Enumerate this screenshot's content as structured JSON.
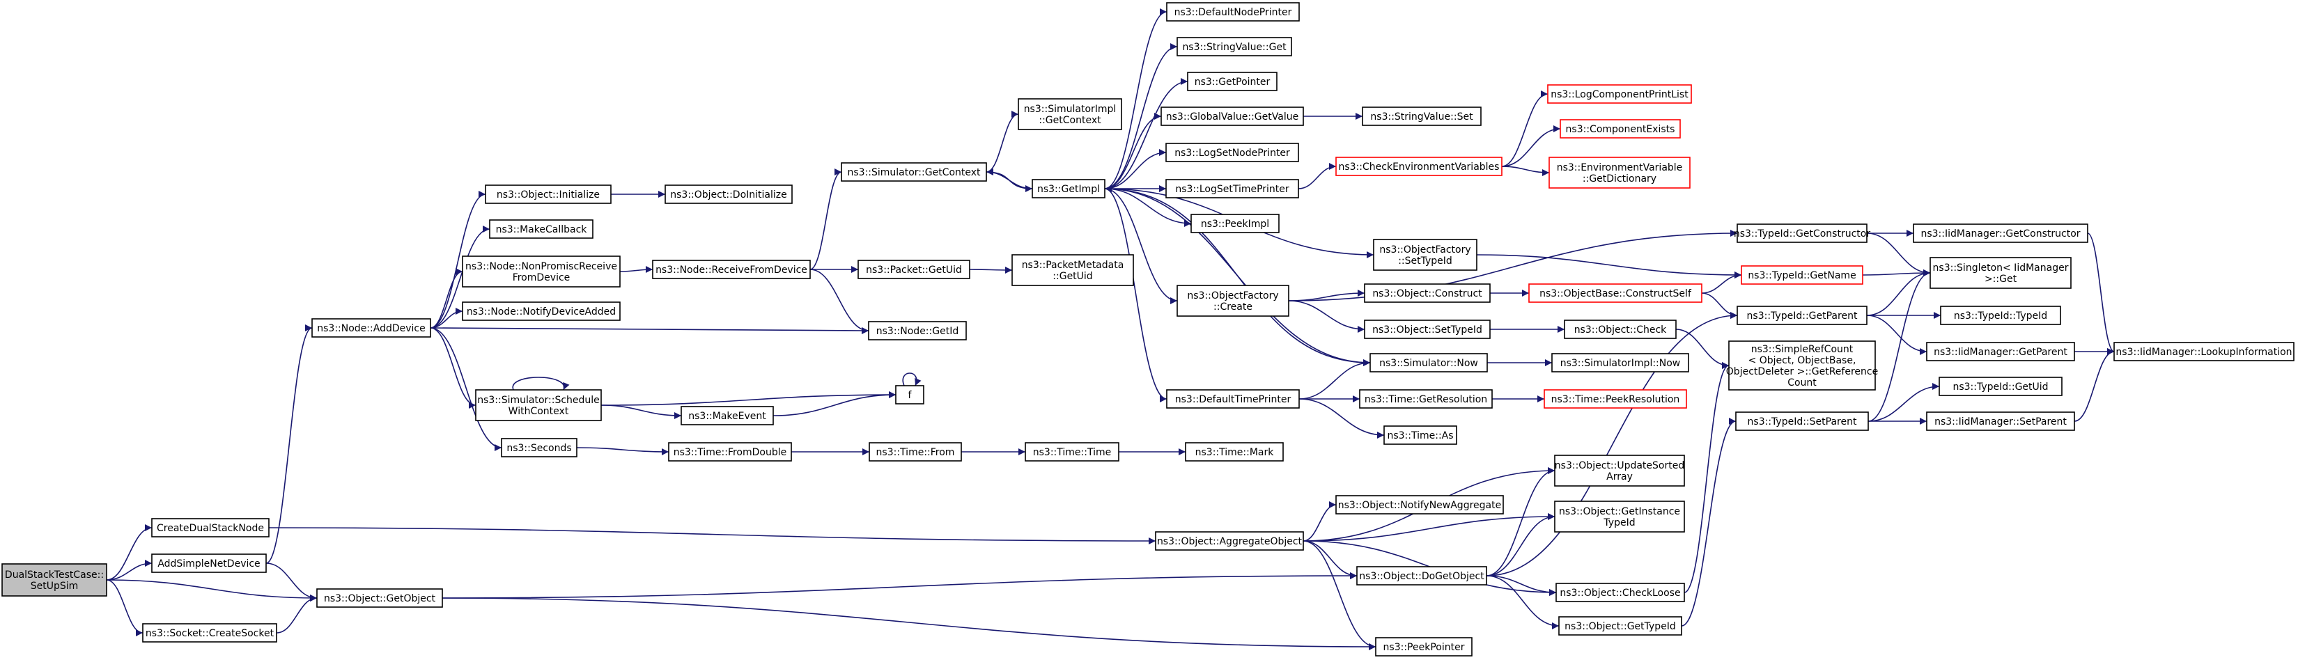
{
  "graph": {
    "nodes": [
      {
        "id": "root",
        "lines": [
          "DualStackTestCase::",
          "SetUpSim"
        ],
        "root": true
      },
      {
        "id": "createDualStack",
        "lines": [
          "CreateDualStackNode"
        ]
      },
      {
        "id": "addSimpleNetDevice",
        "lines": [
          "AddSimpleNetDevice"
        ]
      },
      {
        "id": "createSocket",
        "lines": [
          "ns3::Socket::CreateSocket"
        ]
      },
      {
        "id": "getObject",
        "lines": [
          "ns3::Object::GetObject"
        ]
      },
      {
        "id": "addDevice",
        "lines": [
          "ns3::Node::AddDevice"
        ]
      },
      {
        "id": "objInitialize",
        "lines": [
          "ns3::Object::Initialize"
        ]
      },
      {
        "id": "makeCallback",
        "lines": [
          "ns3::MakeCallback"
        ]
      },
      {
        "id": "nonPromisc",
        "lines": [
          "ns3::Node::NonPromiscReceive",
          "FromDevice"
        ]
      },
      {
        "id": "notifyDeviceAdded",
        "lines": [
          "ns3::Node::NotifyDeviceAdded"
        ]
      },
      {
        "id": "scheduleWithContext",
        "lines": [
          "ns3::Simulator::Schedule",
          "WithContext"
        ]
      },
      {
        "id": "seconds",
        "lines": [
          "ns3::Seconds"
        ]
      },
      {
        "id": "doInitialize",
        "lines": [
          "ns3::Object::DoInitialize"
        ]
      },
      {
        "id": "receiveFromDevice",
        "lines": [
          "ns3::Node::ReceiveFromDevice"
        ]
      },
      {
        "id": "makeEvent",
        "lines": [
          "ns3::MakeEvent"
        ]
      },
      {
        "id": "fromDouble",
        "lines": [
          "ns3::Time::FromDouble"
        ]
      },
      {
        "id": "getContext",
        "lines": [
          "ns3::Simulator::GetContext"
        ]
      },
      {
        "id": "packetGetUid",
        "lines": [
          "ns3::Packet::GetUid"
        ]
      },
      {
        "id": "nodeGetId",
        "lines": [
          "ns3::Node::GetId"
        ]
      },
      {
        "id": "f",
        "lines": [
          "f"
        ]
      },
      {
        "id": "timeFrom",
        "lines": [
          "ns3::Time::From"
        ]
      },
      {
        "id": "simImplGetContext",
        "lines": [
          "ns3::SimulatorImpl",
          "::GetContext"
        ]
      },
      {
        "id": "getImpl",
        "lines": [
          "ns3::GetImpl"
        ]
      },
      {
        "id": "packetMetadataGetUid",
        "lines": [
          "ns3::PacketMetadata",
          "::GetUid"
        ]
      },
      {
        "id": "timeTime",
        "lines": [
          "ns3::Time::Time"
        ]
      },
      {
        "id": "aggregateObject",
        "lines": [
          "ns3::Object::AggregateObject"
        ]
      },
      {
        "id": "defaultNodePrinter",
        "lines": [
          "ns3::DefaultNodePrinter"
        ]
      },
      {
        "id": "stringValueGet",
        "lines": [
          "ns3::StringValue::Get"
        ]
      },
      {
        "id": "getPointer",
        "lines": [
          "ns3::GetPointer"
        ]
      },
      {
        "id": "globalValueGetValue",
        "lines": [
          "ns3::GlobalValue::GetValue"
        ]
      },
      {
        "id": "logSetNodePrinter",
        "lines": [
          "ns3::LogSetNodePrinter"
        ]
      },
      {
        "id": "logSetTimePrinter",
        "lines": [
          "ns3::LogSetTimePrinter"
        ]
      },
      {
        "id": "peekImpl",
        "lines": [
          "ns3::PeekImpl"
        ]
      },
      {
        "id": "objectFactoryCreate",
        "lines": [
          "ns3::ObjectFactory",
          "::Create"
        ]
      },
      {
        "id": "defaultTimePrinter",
        "lines": [
          "ns3::DefaultTimePrinter"
        ]
      },
      {
        "id": "timeMark",
        "lines": [
          "ns3::Time::Mark"
        ]
      },
      {
        "id": "stringValueSet",
        "lines": [
          "ns3::StringValue::Set"
        ]
      },
      {
        "id": "checkEnvVars",
        "lines": [
          "ns3::CheckEnvironmentVariables"
        ],
        "red": true
      },
      {
        "id": "objectFactorySetTypeId",
        "lines": [
          "ns3::ObjectFactory",
          "::SetTypeId"
        ]
      },
      {
        "id": "objConstruct",
        "lines": [
          "ns3::Object::Construct"
        ]
      },
      {
        "id": "objSetTypeId",
        "lines": [
          "ns3::Object::SetTypeId"
        ]
      },
      {
        "id": "simNow",
        "lines": [
          "ns3::Simulator::Now"
        ]
      },
      {
        "id": "timeGetResolution",
        "lines": [
          "ns3::Time::GetResolution"
        ]
      },
      {
        "id": "timeAs",
        "lines": [
          "ns3::Time::As"
        ]
      },
      {
        "id": "notifyNewAggregate",
        "lines": [
          "ns3::Object::NotifyNewAggregate"
        ]
      },
      {
        "id": "doGetObject",
        "lines": [
          "ns3::Object::DoGetObject"
        ]
      },
      {
        "id": "peekPointer",
        "lines": [
          "ns3::PeekPointer"
        ]
      },
      {
        "id": "updateSortedArray",
        "lines": [
          "ns3::Object::UpdateSorted",
          "Array"
        ]
      },
      {
        "id": "getInstanceTypeId",
        "lines": [
          "ns3::Object::GetInstance",
          "TypeId"
        ]
      },
      {
        "id": "checkLoose",
        "lines": [
          "ns3::Object::CheckLoose"
        ]
      },
      {
        "id": "getTypeId",
        "lines": [
          "ns3::Object::GetTypeId"
        ]
      },
      {
        "id": "logComponentPrintList",
        "lines": [
          "ns3::LogComponentPrintList"
        ],
        "red": true
      },
      {
        "id": "componentExists",
        "lines": [
          "ns3::ComponentExists"
        ],
        "red": true
      },
      {
        "id": "envVarGetDictionary",
        "lines": [
          "ns3::EnvironmentVariable",
          "::GetDictionary"
        ],
        "red": true
      },
      {
        "id": "constructSelf",
        "lines": [
          "ns3::ObjectBase::ConstructSelf"
        ],
        "red": true
      },
      {
        "id": "objCheck",
        "lines": [
          "ns3::Object::Check"
        ]
      },
      {
        "id": "simImplNow",
        "lines": [
          "ns3::SimulatorImpl::Now"
        ]
      },
      {
        "id": "timePeekResolution",
        "lines": [
          "ns3::Time::PeekResolution"
        ],
        "red": true
      },
      {
        "id": "typeIdGetConstructor",
        "lines": [
          "ns3::TypeId::GetConstructor"
        ]
      },
      {
        "id": "typeIdGetName",
        "lines": [
          "ns3::TypeId::GetName"
        ],
        "red": true
      },
      {
        "id": "typeIdGetParent",
        "lines": [
          "ns3::TypeId::GetParent"
        ]
      },
      {
        "id": "simpleRefCount",
        "lines": [
          "ns3::SimpleRefCount",
          "< Object, ObjectBase,",
          "ObjectDeleter >::GetReference",
          "Count"
        ]
      },
      {
        "id": "typeIdSetParent",
        "lines": [
          "ns3::TypeId::SetParent"
        ]
      },
      {
        "id": "iidGetConstructor",
        "lines": [
          "ns3::IidManager::GetConstructor"
        ]
      },
      {
        "id": "singletonGet",
        "lines": [
          "ns3::Singleton< IidManager",
          ">::Get"
        ]
      },
      {
        "id": "typeIdTypeId",
        "lines": [
          "ns3::TypeId::TypeId"
        ]
      },
      {
        "id": "iidGetParent",
        "lines": [
          "ns3::IidManager::GetParent"
        ]
      },
      {
        "id": "typeIdGetUid",
        "lines": [
          "ns3::TypeId::GetUid"
        ]
      },
      {
        "id": "iidSetParent",
        "lines": [
          "ns3::IidManager::SetParent"
        ]
      },
      {
        "id": "lookupInformation",
        "lines": [
          "ns3::IidManager::LookupInformation"
        ]
      }
    ],
    "edges": [
      [
        "root",
        "createDualStack"
      ],
      [
        "root",
        "addSimpleNetDevice"
      ],
      [
        "root",
        "getObject"
      ],
      [
        "root",
        "createSocket"
      ],
      [
        "createDualStack",
        "aggregateObject"
      ],
      [
        "addSimpleNetDevice",
        "addDevice"
      ],
      [
        "addSimpleNetDevice",
        "getObject"
      ],
      [
        "createSocket",
        "getObject"
      ],
      [
        "getObject",
        "doGetObject"
      ],
      [
        "getObject",
        "peekPointer"
      ],
      [
        "addDevice",
        "objInitialize"
      ],
      [
        "addDevice",
        "makeCallback"
      ],
      [
        "addDevice",
        "nonPromisc"
      ],
      [
        "addDevice",
        "notifyDeviceAdded"
      ],
      [
        "addDevice",
        "nodeGetId"
      ],
      [
        "addDevice",
        "scheduleWithContext"
      ],
      [
        "addDevice",
        "seconds"
      ],
      [
        "objInitialize",
        "doInitialize"
      ],
      [
        "nonPromisc",
        "receiveFromDevice"
      ],
      [
        "receiveFromDevice",
        "getContext"
      ],
      [
        "receiveFromDevice",
        "packetGetUid"
      ],
      [
        "receiveFromDevice",
        "nodeGetId"
      ],
      [
        "scheduleWithContext",
        "scheduleWithContext"
      ],
      [
        "scheduleWithContext",
        "f"
      ],
      [
        "scheduleWithContext",
        "makeEvent"
      ],
      [
        "makeEvent",
        "f"
      ],
      [
        "f",
        "f"
      ],
      [
        "seconds",
        "fromDouble"
      ],
      [
        "fromDouble",
        "timeFrom"
      ],
      [
        "timeFrom",
        "timeTime"
      ],
      [
        "timeTime",
        "timeMark"
      ],
      [
        "getContext",
        "simImplGetContext"
      ],
      [
        "getContext",
        "getImpl"
      ],
      [
        "packetGetUid",
        "packetMetadataGetUid"
      ],
      [
        "getImpl",
        "defaultNodePrinter"
      ],
      [
        "getImpl",
        "stringValueGet"
      ],
      [
        "getImpl",
        "getPointer"
      ],
      [
        "getImpl",
        "globalValueGetValue"
      ],
      [
        "getImpl",
        "logSetNodePrinter"
      ],
      [
        "getImpl",
        "logSetTimePrinter"
      ],
      [
        "getImpl",
        "peekImpl"
      ],
      [
        "getImpl",
        "objectFactorySetTypeId"
      ],
      [
        "getImpl",
        "objectFactoryCreate"
      ],
      [
        "getImpl",
        "defaultTimePrinter"
      ],
      [
        "getImpl",
        "getContext"
      ],
      [
        "getImpl",
        "simNow"
      ],
      [
        "globalValueGetValue",
        "stringValueSet"
      ],
      [
        "logSetTimePrinter",
        "checkEnvVars"
      ],
      [
        "checkEnvVars",
        "logComponentPrintList"
      ],
      [
        "checkEnvVars",
        "componentExists"
      ],
      [
        "checkEnvVars",
        "envVarGetDictionary"
      ],
      [
        "objectFactorySetTypeId",
        "typeIdGetName"
      ],
      [
        "objectFactoryCreate",
        "typeIdGetConstructor"
      ],
      [
        "objectFactoryCreate",
        "objConstruct"
      ],
      [
        "objectFactoryCreate",
        "objSetTypeId"
      ],
      [
        "objConstruct",
        "constructSelf"
      ],
      [
        "constructSelf",
        "typeIdGetName"
      ],
      [
        "constructSelf",
        "typeIdGetParent"
      ],
      [
        "objSetTypeId",
        "objCheck"
      ],
      [
        "objCheck",
        "simpleRefCount"
      ],
      [
        "simNow",
        "simImplNow"
      ],
      [
        "simNow",
        "getImpl"
      ],
      [
        "defaultTimePrinter",
        "simNow"
      ],
      [
        "defaultTimePrinter",
        "timeGetResolution"
      ],
      [
        "defaultTimePrinter",
        "timeAs"
      ],
      [
        "timeGetResolution",
        "timePeekResolution"
      ],
      [
        "aggregateObject",
        "updateSortedArray"
      ],
      [
        "aggregateObject",
        "notifyNewAggregate"
      ],
      [
        "aggregateObject",
        "getInstanceTypeId"
      ],
      [
        "aggregateObject",
        "doGetObject"
      ],
      [
        "aggregateObject",
        "checkLoose"
      ],
      [
        "aggregateObject",
        "peekPointer"
      ],
      [
        "doGetObject",
        "updateSortedArray"
      ],
      [
        "doGetObject",
        "getInstanceTypeId"
      ],
      [
        "doGetObject",
        "checkLoose"
      ],
      [
        "doGetObject",
        "getTypeId"
      ],
      [
        "doGetObject",
        "typeIdGetParent"
      ],
      [
        "checkLoose",
        "simpleRefCount"
      ],
      [
        "getTypeId",
        "typeIdSetParent"
      ],
      [
        "typeIdGetConstructor",
        "iidGetConstructor"
      ],
      [
        "typeIdGetConstructor",
        "singletonGet"
      ],
      [
        "typeIdGetName",
        "singletonGet"
      ],
      [
        "typeIdGetParent",
        "singletonGet"
      ],
      [
        "typeIdGetParent",
        "typeIdTypeId"
      ],
      [
        "typeIdGetParent",
        "iidGetParent"
      ],
      [
        "typeIdSetParent",
        "typeIdGetUid"
      ],
      [
        "typeIdSetParent",
        "iidSetParent"
      ],
      [
        "typeIdSetParent",
        "singletonGet"
      ],
      [
        "iidGetConstructor",
        "lookupInformation"
      ],
      [
        "iidGetParent",
        "lookupInformation"
      ],
      [
        "iidSetParent",
        "lookupInformation"
      ]
    ]
  }
}
